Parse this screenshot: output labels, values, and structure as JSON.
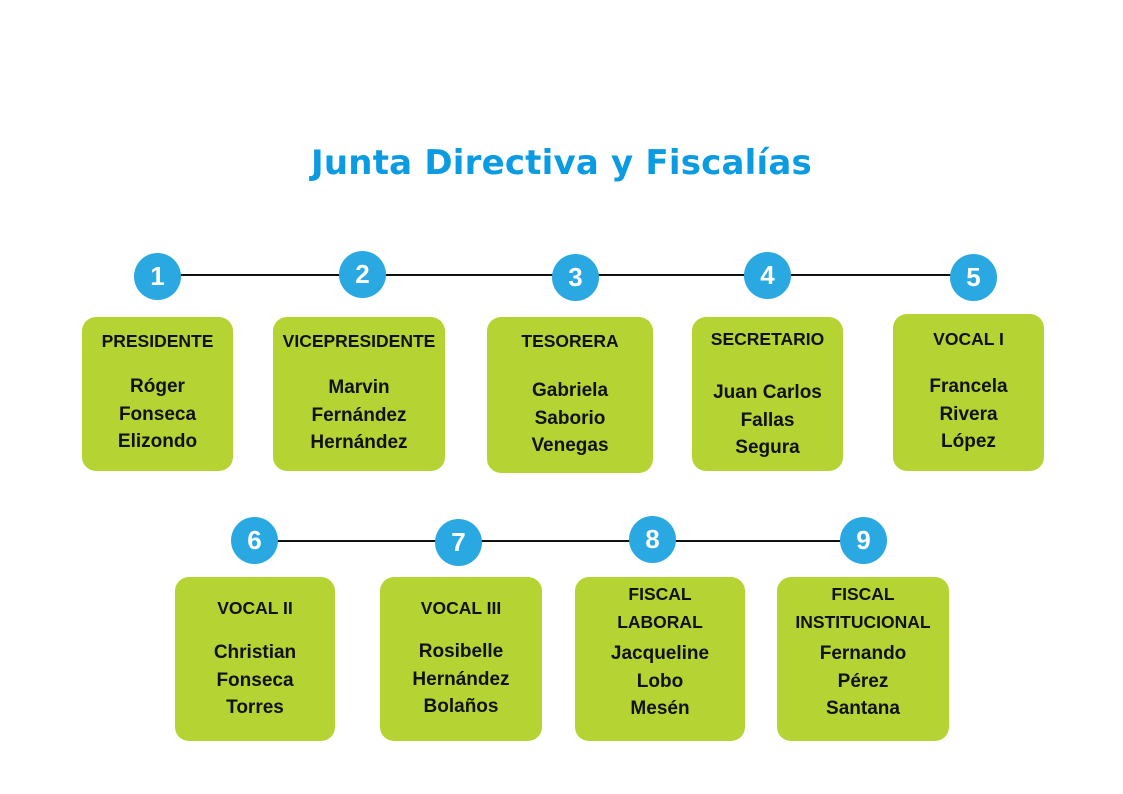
{
  "title": "Junta Directiva y Fiscalías",
  "colors": {
    "title": "#0a9be3",
    "circle": "#2aa8e2",
    "card": "#b5d332",
    "text": "#111111"
  },
  "members": [
    {
      "number": "1",
      "role": "PRESIDENTE",
      "name": [
        "Róger",
        "Fonseca",
        "Elizondo"
      ]
    },
    {
      "number": "2",
      "role": "VICEPRESIDENTE",
      "name": [
        "Marvin",
        "Fernández",
        "Hernández"
      ]
    },
    {
      "number": "3",
      "role": "TESORERA",
      "name": [
        "Gabriela",
        "Saborio",
        "Venegas"
      ]
    },
    {
      "number": "4",
      "role": "SECRETARIO",
      "name": [
        "Juan Carlos",
        "Fallas",
        "Segura"
      ]
    },
    {
      "number": "5",
      "role": "VOCAL I",
      "name": [
        "Francela",
        "Rivera",
        "López"
      ]
    },
    {
      "number": "6",
      "role": "VOCAL II",
      "name": [
        "Christian",
        "Fonseca",
        "Torres"
      ]
    },
    {
      "number": "7",
      "role": "VOCAL III",
      "name": [
        "Rosibelle",
        "Hernández",
        "Bolaños"
      ]
    },
    {
      "number": "8",
      "role": "FISCAL LABORAL",
      "role_lines": [
        "FISCAL",
        "LABORAL"
      ],
      "name": [
        "Jacqueline",
        "Lobo",
        "Mesén"
      ]
    },
    {
      "number": "9",
      "role": "FISCAL INSTITUCIONAL",
      "role_lines": [
        "FISCAL",
        "INSTITUCIONAL"
      ],
      "name": [
        "Fernando",
        "Pérez",
        "Santana"
      ]
    }
  ]
}
